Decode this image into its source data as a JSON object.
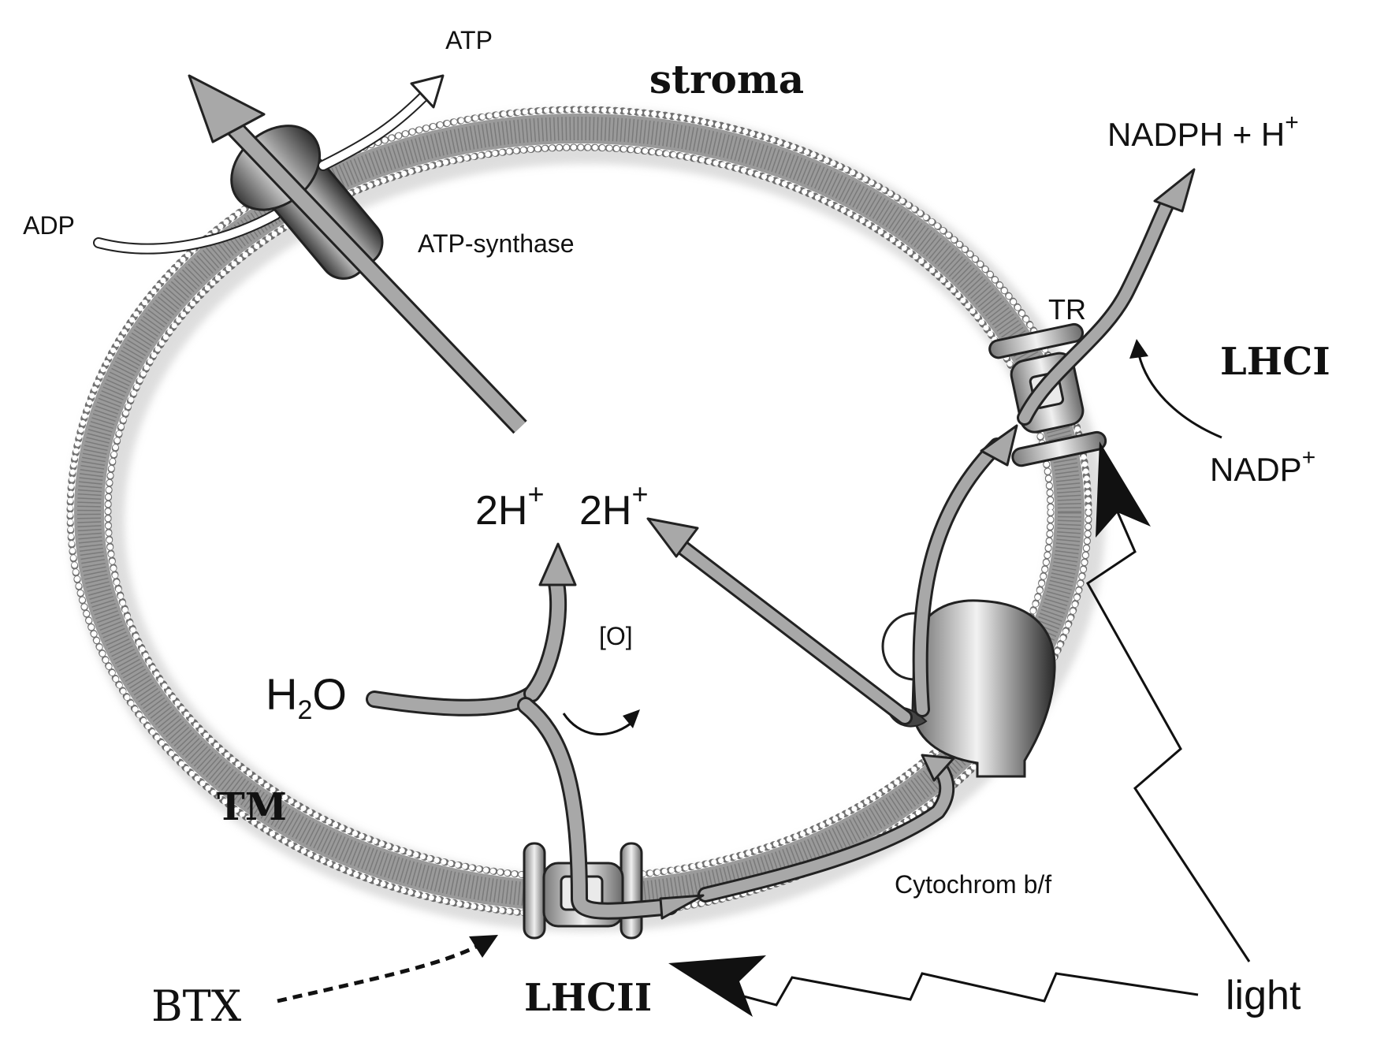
{
  "labels": {
    "stroma": "stroma",
    "atp": "ATP",
    "adp": "ADP",
    "atp_synthase": "ATP-synthase",
    "nadph_main": "NADPH + H",
    "nadph_sup": "+",
    "tr": "TR",
    "lhci": "LHCI",
    "nadp_main": "NADP",
    "nadp_sup": "+",
    "proton_left_main": "2H",
    "proton_left_sup": "+",
    "proton_right_main": "2H",
    "proton_right_sup": "+",
    "oxygen": "[O]",
    "water_h": "H",
    "water_sub": "2",
    "water_o": "O",
    "tm": "TM",
    "cytochrome": "Cytochrom b/f",
    "btx": "BTX",
    "lhcii": "LHCII",
    "light": "light"
  },
  "colors": {
    "membrane": "#9a9a9a",
    "membrane_beads": "#ffffff",
    "pathway_arrow": "#a8a8a8",
    "outline": "#222222",
    "protein_dark": "#4a4a4a",
    "protein_light": "#e6e6e6"
  },
  "icons": {
    "light_bolt": "lightning-arrow-icon",
    "inhibitor": "dashed-arrow-icon"
  }
}
